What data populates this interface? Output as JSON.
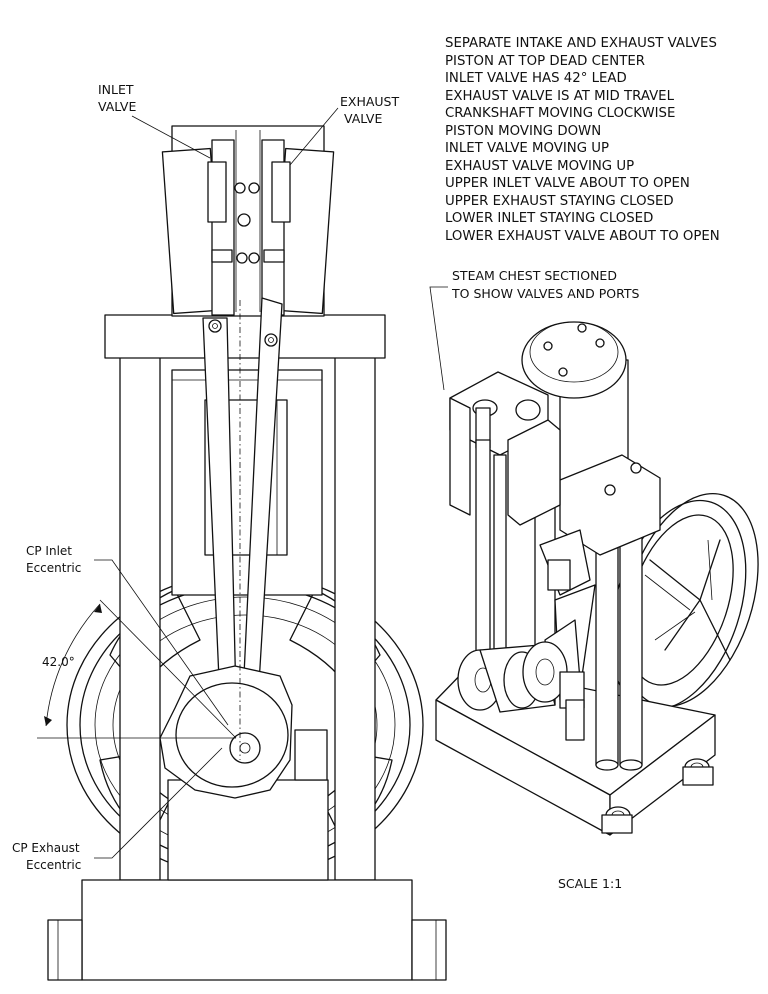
{
  "notes": [
    "SEPARATE INTAKE AND EXHAUST VALVES",
    "PISTON AT TOP DEAD CENTER",
    "INLET VALVE HAS 42° LEAD",
    "EXHAUST VALVE IS AT MID TRAVEL",
    "CRANKSHAFT MOVING CLOCKWISE",
    "PISTON MOVING DOWN",
    "INLET VALVE MOVING UP",
    "EXHAUST VALVE MOVING UP",
    "UPPER INLET VALVE ABOUT TO OPEN",
    "UPPER EXHAUST STAYING CLOSED",
    "LOWER INLET STAYING CLOSED",
    "LOWER EXHAUST VALVE ABOUT TO OPEN"
  ],
  "labels": {
    "inlet_valve": [
      "INLET",
      "VALVE"
    ],
    "exhaust_valve": [
      "EXHAUST",
      "VALVE"
    ],
    "steam_chest": [
      "STEAM CHEST SECTIONED",
      "TO SHOW VALVES AND PORTS"
    ],
    "cp_inlet": [
      "CP Inlet",
      "Eccentric"
    ],
    "cp_exhaust": [
      "CP Exhaust",
      "Eccentric"
    ],
    "angle": "42.0°",
    "scale": "SCALE 1:1"
  },
  "colors": {
    "line": "#111111",
    "background": "#ffffff"
  }
}
